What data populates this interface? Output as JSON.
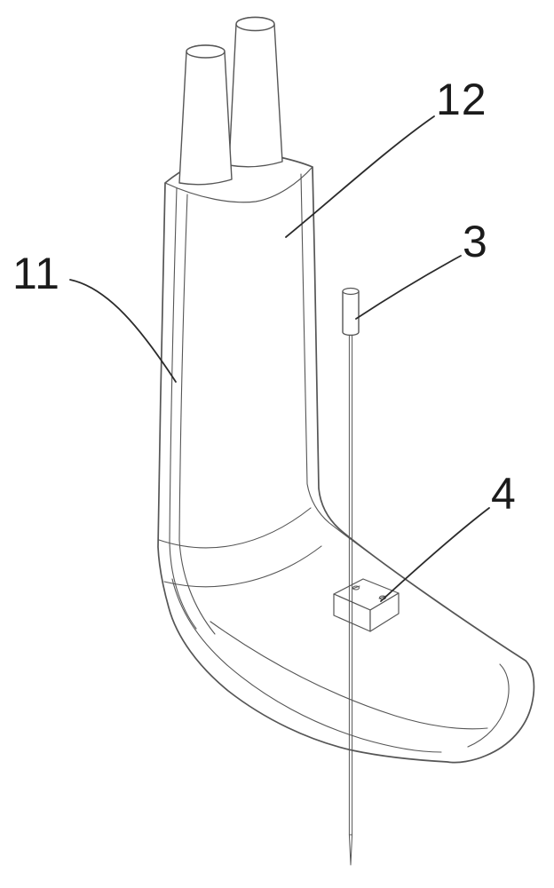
{
  "figure": {
    "background_color": "#ffffff",
    "line_color": "#565656",
    "leader_color": "#2b2b2b",
    "label_color": "#1b1b1b",
    "labels": {
      "housing_left": "11",
      "housing_front": "12",
      "needle_rod": "3",
      "clamp_block": "4"
    }
  }
}
